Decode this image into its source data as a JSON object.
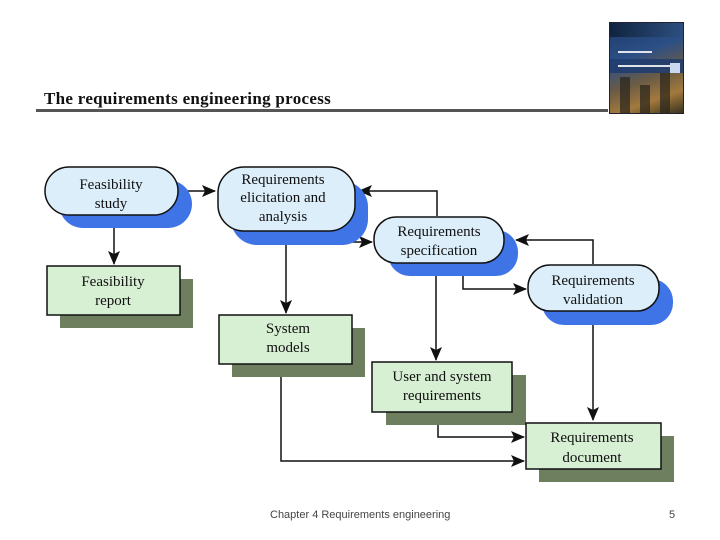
{
  "slide": {
    "title": "The requirements engineering process",
    "footer": "Chapter 4 Requirements engineering",
    "page_number": "5"
  },
  "diagram": {
    "processes": {
      "feasibility_study": [
        "Feasibility",
        "study"
      ],
      "elicitation": [
        "Requirements",
        "elicitation and",
        "analysis"
      ],
      "specification": [
        "Requirements",
        "specification"
      ],
      "validation": [
        "Requirements",
        "validation"
      ]
    },
    "documents": {
      "feasibility_report": [
        "Feasibility",
        "report"
      ],
      "system_models": [
        "System",
        "models"
      ],
      "user_system_requirements": [
        "User and system",
        "requirements"
      ],
      "requirements_document": [
        "Requirements",
        "document"
      ]
    },
    "colors": {
      "process_fill": "#dbeefa",
      "process_shadow": "#3f74e6",
      "document_fill": "#d7efd3",
      "document_shadow": "#6e7f60",
      "stroke": "#111111"
    }
  }
}
